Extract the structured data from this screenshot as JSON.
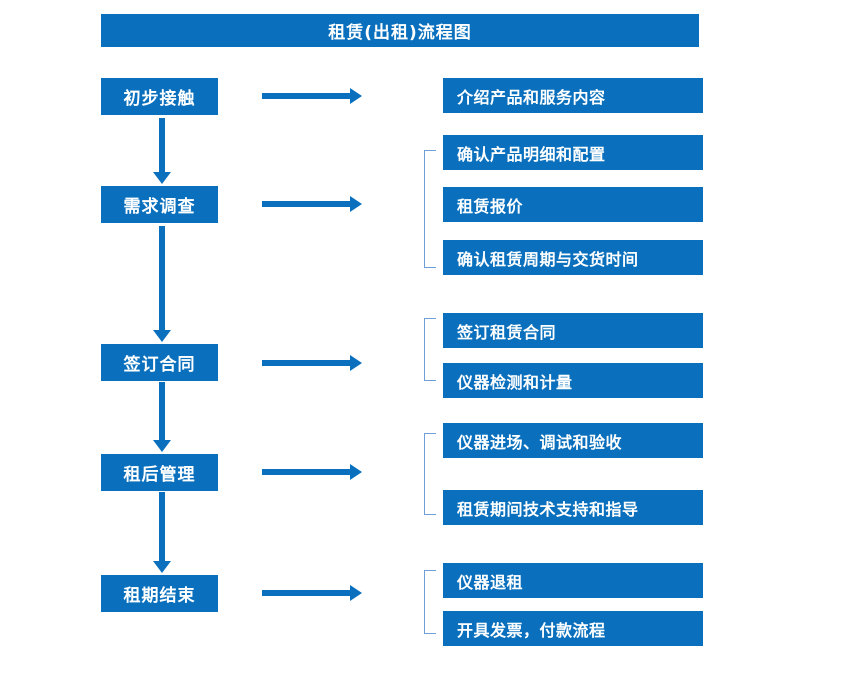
{
  "title": "租赁(出租)流程图",
  "colors": {
    "box_fill": "#0a70bd",
    "box_text": "#ffffff",
    "arrow": "#0a70bd",
    "bracket": "#6f9fd8",
    "background": "#ffffff"
  },
  "stages": [
    {
      "label": "初步接触"
    },
    {
      "label": "需求调查"
    },
    {
      "label": "签订合同"
    },
    {
      "label": "租后管理"
    },
    {
      "label": "租期结束"
    }
  ],
  "details": [
    {
      "stage": "初步接触",
      "items": [
        "介绍产品和服务内容"
      ]
    },
    {
      "stage": "需求调查",
      "items": [
        "确认产品明细和配置",
        "租赁报价",
        "确认租赁周期与交货时间"
      ]
    },
    {
      "stage": "签订合同",
      "items": [
        "签订租赁合同",
        "仪器检测和计量"
      ]
    },
    {
      "stage": "租后管理",
      "items": [
        "仪器进场、调试和验收",
        "租赁期间技术支持和指导"
      ]
    },
    {
      "stage": "租期结束",
      "items": [
        "仪器退租",
        "开具发票，付款流程"
      ]
    }
  ],
  "flat_details": [
    "介绍产品和服务内容",
    "确认产品明细和配置",
    "租赁报价",
    "确认租赁周期与交货时间",
    "签订租赁合同",
    "仪器检测和计量",
    "仪器进场、调试和验收",
    "租赁期间技术支持和指导",
    "仪器退租",
    "开具发票，付款流程"
  ]
}
